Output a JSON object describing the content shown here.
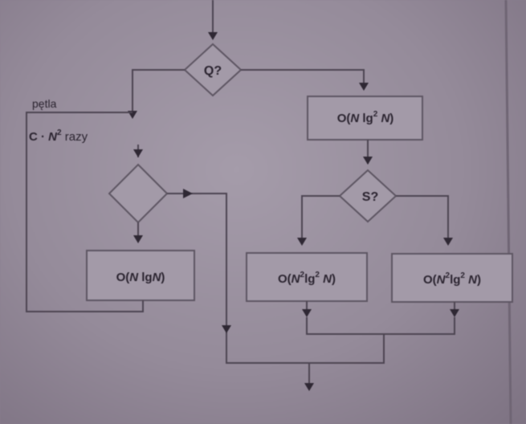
{
  "diagram": {
    "decision_q": "Q?",
    "decision_s": "S?",
    "loop_label_line1": "pętla",
    "loop_label_line2_prefix": "C · ",
    "loop_label_var": "N",
    "loop_label_exp": "2",
    "loop_label_suffix": " razy",
    "box_nlogn": {
      "open": "O(",
      "n1": "N",
      "mid": " lg",
      "n2": "N",
      "close": ")"
    },
    "box_nlog2n": {
      "open": "O(",
      "n1": "N",
      "mid": " lg",
      "exp2": "2",
      "n2": " N",
      "close": ")"
    },
    "box_n2log2n_a": {
      "open": "O(",
      "n1": "N",
      "exp1": "2",
      "mid": "lg",
      "exp2": "2",
      "n2": " N",
      "close": ")"
    },
    "box_n2log2n_b": {
      "open": "O(",
      "n1": "N",
      "exp1": "2",
      "mid": "lg",
      "exp2": "2",
      "n2": " N",
      "close": ")"
    }
  }
}
